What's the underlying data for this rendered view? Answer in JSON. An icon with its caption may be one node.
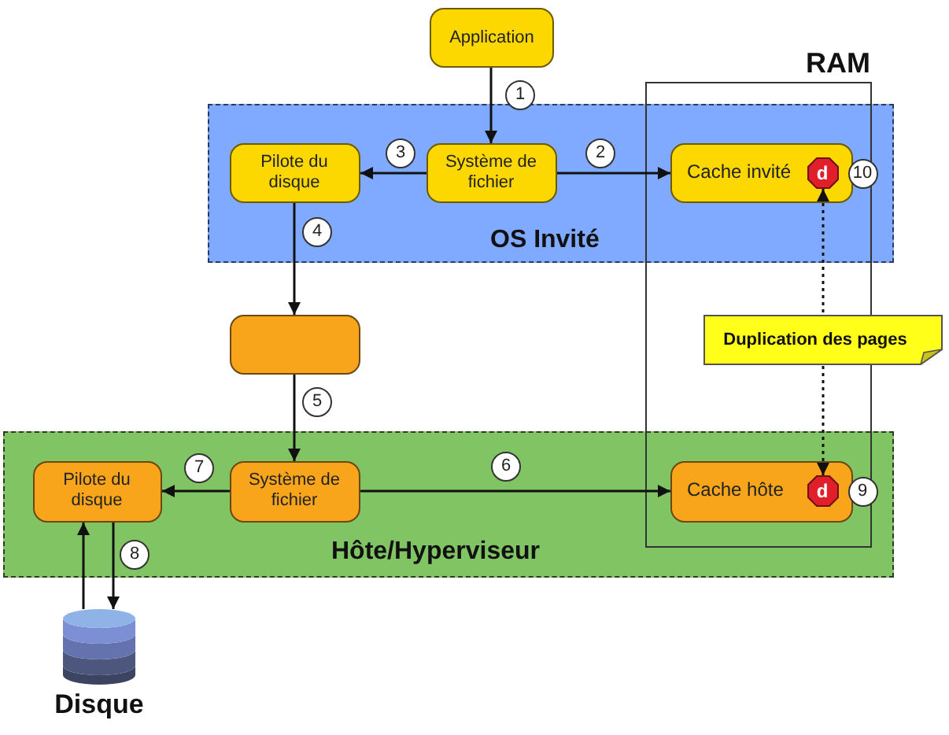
{
  "diagram": {
    "nodes": [
      {
        "text": [
          "Application"
        ]
      },
      {
        "text": [
          "OS Invité"
        ]
      },
      {
        "text": [
          "Pilote du disque"
        ],
        "in": 1
      },
      {
        "text": [
          "Système de fichier"
        ],
        "in": 1
      },
      {
        "text": [
          "Cache invité"
        ],
        "in": 1,
        "beside": [
          "10"
        ]
      },
      {
        "text": [
          "d"
        ],
        "in": 4
      },
      {
        "text": [],
        "shape": "box"
      },
      {
        "text": [
          "Hôte/Hyperviseur"
        ]
      },
      {
        "text": [
          "Pilote du disque"
        ],
        "in": 7
      },
      {
        "text": [
          "Système de fichier"
        ],
        "in": 7
      },
      {
        "text": [
          "Cache hôte"
        ],
        "in": 7,
        "beside": [
          "9"
        ]
      },
      {
        "text": [
          "d"
        ],
        "in": 10
      },
      {
        "text": [
          "Disque"
        ]
      }
    ],
    "edges": [
      {
        "from": 0,
        "to": 3,
        "arrow": "to",
        "label": "1"
      },
      {
        "from": 3,
        "to": 4,
        "arrow": "to",
        "label": "2"
      },
      {
        "from": 3,
        "to": 2,
        "arrow": "to",
        "label": "3"
      },
      {
        "from": 2,
        "to": 6,
        "arrow": "to",
        "label": "4"
      },
      {
        "from": 6,
        "to": 9,
        "arrow": "to",
        "label": "5"
      },
      {
        "from": 9,
        "to": 10,
        "arrow": "to",
        "label": "6"
      },
      {
        "from": 9,
        "to": 8,
        "arrow": "to",
        "label": "7"
      },
      {
        "from": 8,
        "to": 12,
        "arrow": "to",
        "label": "8"
      },
      {
        "from": 12,
        "to": 8,
        "arrow": "to"
      },
      {
        "from": 5,
        "to": 11,
        "arrow": "both",
        "style": "dashed",
        "label": "Duplication des pages"
      }
    ],
    "labels": [
      "RAM"
    ]
  }
}
